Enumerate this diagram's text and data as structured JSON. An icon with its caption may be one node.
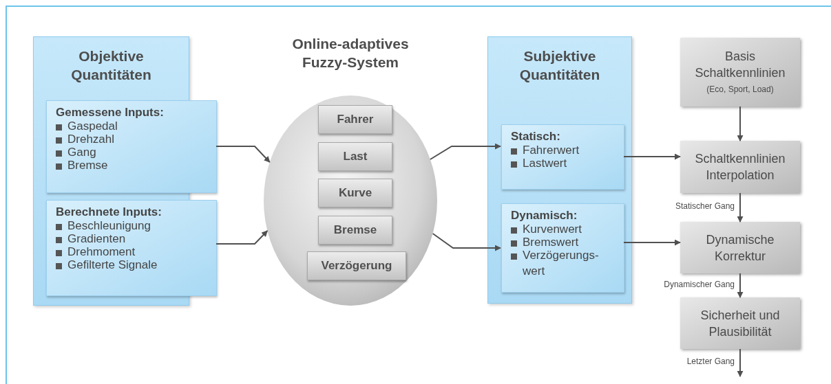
{
  "diagram": {
    "nodes": [
      {
        "text": [
          "Objektive Quantitäten"
        ]
      },
      {
        "text": [
          "Gemessene Inputs:",
          "Gaspedal",
          "Drehzahl",
          "Gang",
          "Bremse"
        ],
        "in": 0
      },
      {
        "text": [
          "Berechnete Inputs:",
          "Beschleunigung",
          "Gradienten",
          "Drehmoment",
          "Gefilterte Signale"
        ],
        "in": 0
      },
      {
        "text": [
          "Online-adaptives Fuzzy-System"
        ]
      },
      {
        "text": [
          "Fahrer"
        ],
        "in": 3
      },
      {
        "text": [
          "Last"
        ],
        "in": 3
      },
      {
        "text": [
          "Kurve"
        ],
        "in": 3
      },
      {
        "text": [
          "Bremse"
        ],
        "in": 3
      },
      {
        "text": [
          "Verzögerung"
        ],
        "in": 3
      },
      {
        "text": [
          "Subjektive Quantitäten"
        ]
      },
      {
        "text": [
          "Statisch:",
          "Fahrerwert",
          "Lastwert"
        ],
        "in": 9
      },
      {
        "text": [
          "Dynamisch:",
          "Kurvenwert",
          "Bremswert",
          "Verzögerungs-wert"
        ],
        "in": 9
      },
      {
        "text": [
          "Basis Schaltkennlinien",
          "(Eco, Sport, Load)"
        ]
      },
      {
        "text": [
          "Schaltkennlinien Interpolation"
        ]
      },
      {
        "text": [
          "Dynamische Korrektur"
        ]
      },
      {
        "text": [
          "Sicherheit und Plausibilität"
        ]
      }
    ],
    "edges": [
      {
        "from": 1,
        "to": 3,
        "arrow": "to"
      },
      {
        "from": 2,
        "to": 3,
        "arrow": "to"
      },
      {
        "from": 3,
        "to": 10,
        "arrow": "to"
      },
      {
        "from": 3,
        "to": 11,
        "arrow": "to"
      },
      {
        "from": 10,
        "to": 13,
        "arrow": "to"
      },
      {
        "from": 11,
        "to": 14,
        "arrow": "to"
      },
      {
        "from": 12,
        "to": 13,
        "arrow": "to"
      },
      {
        "from": 13,
        "to": 14,
        "arrow": "to",
        "label": "Statischer Gang"
      },
      {
        "from": 14,
        "to": 15,
        "arrow": "to",
        "label": "Dynamischer Gang"
      },
      {
        "from": 15,
        "to": null,
        "arrow": "to",
        "label": "Letzter Gang"
      }
    ]
  }
}
